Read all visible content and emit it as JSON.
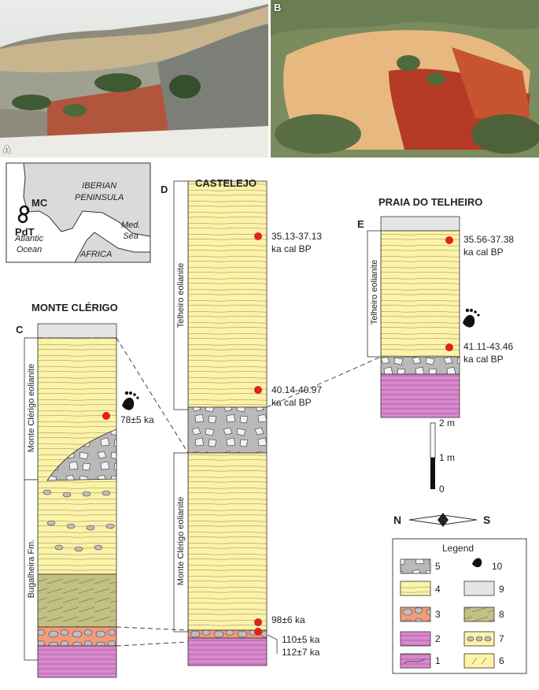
{
  "panels": {
    "a": "A",
    "b": "B",
    "c": "C",
    "d": "D",
    "e": "E"
  },
  "map": {
    "region": "IBERIAN\nPENINSULA",
    "ocean": "Atlantic\nOcean",
    "sea": "Med.\nSea",
    "africa": "AFRICA",
    "site1": "MC",
    "site2": "PdT"
  },
  "sections": {
    "monte_clerigo": {
      "title": "MONTE CLÉRIGO",
      "units": [
        "Monte Clérigo eolianite",
        "Bugalheira Fm."
      ],
      "ages": [
        "78±5 ka"
      ]
    },
    "castelejo": {
      "title": "CASTELEJO",
      "units": [
        "Telheiro eolianite",
        "Monte Clérigo eolianite"
      ],
      "ages": [
        "35.13-37.13\nka cal BP",
        "40.14-40.97\nka cal BP",
        "98±6 ka",
        "110±5 ka\n112±7 ka"
      ]
    },
    "praia_do_telheiro": {
      "title": "PRAIA DO TELHEIRO",
      "units": [
        "Telheiro eolianite"
      ],
      "ages": [
        "35.56-37.38\nka cal BP",
        "41.11-43.46\nka cal BP"
      ]
    }
  },
  "scale": {
    "top": "2 m",
    "mid": "1 m",
    "bottom": "0"
  },
  "compass": {
    "north": "N",
    "south": "S"
  },
  "legend": {
    "title": "Legend",
    "items": [
      "5",
      "10",
      "4",
      "9",
      "3",
      "8",
      "2",
      "7",
      "1",
      "6"
    ]
  },
  "colors": {
    "sand": "#fdf3a6",
    "breccia": "#b9b9b9",
    "conglomerate": "#f39a79",
    "marl": "#dd86d0",
    "olive": "#c3c181",
    "soil": "#e5e5e5",
    "date_dot": "#e2201c"
  }
}
